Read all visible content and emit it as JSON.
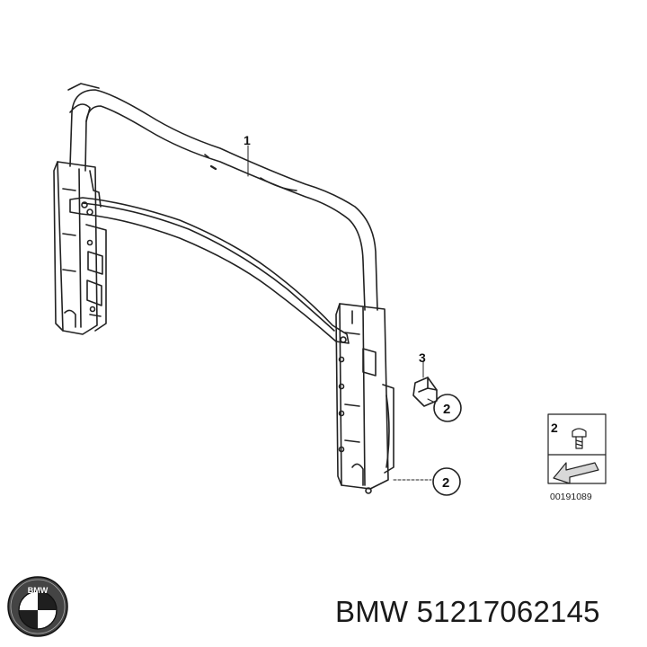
{
  "callouts": {
    "part_1": "1",
    "part_3": "3",
    "part_2_clip": "2",
    "part_2_bottom": "2"
  },
  "legend_box": {
    "number": "2",
    "drawing_code": "00191089"
  },
  "logo": {
    "text": "BMW"
  },
  "caption": "BMW 51217062145"
}
